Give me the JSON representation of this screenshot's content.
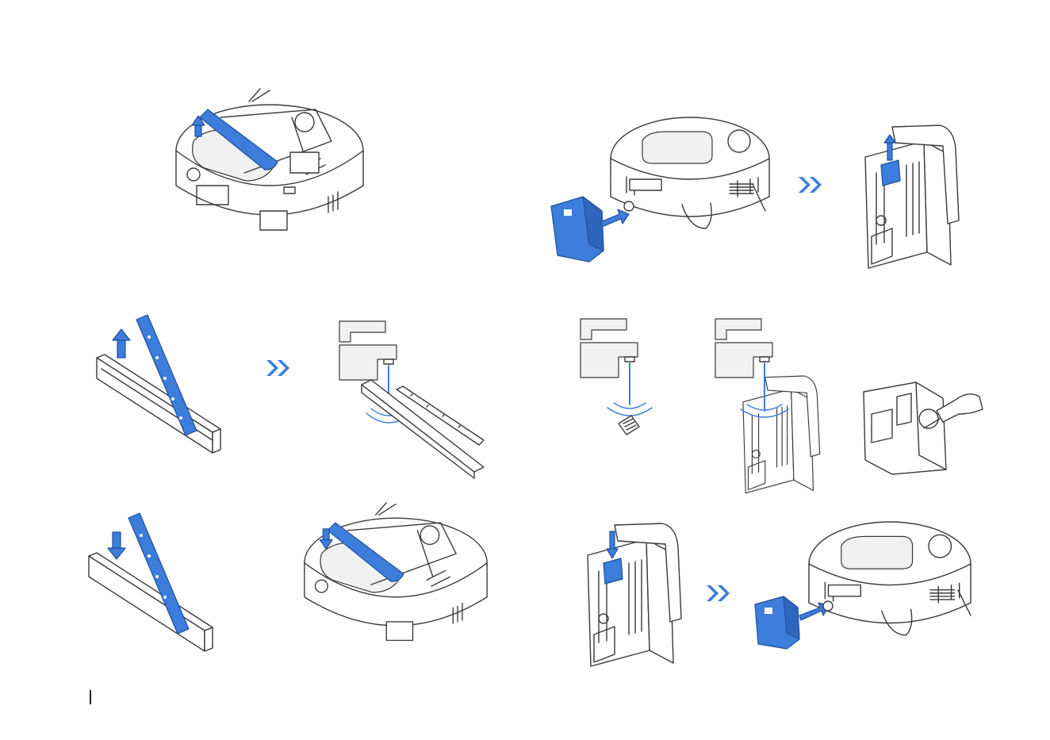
{
  "page": {
    "number": "",
    "accent_color": "#3d7ddb",
    "line_color": "#3a3a3a"
  },
  "illustrations": [
    {
      "id": "robot-bottom-remove-filter-cover",
      "icon": "robot-underside-icon"
    },
    {
      "id": "lift-filter-from-holder",
      "icon": "filter-lift-icon"
    },
    {
      "id": "rinse-filter-holder-under-tap",
      "icon": "faucet-rinse-icon"
    },
    {
      "id": "insert-filter-into-holder",
      "icon": "filter-insert-icon"
    },
    {
      "id": "robot-bottom-install-filter-cover",
      "icon": "robot-underside-icon"
    },
    {
      "id": "remove-dustbin-from-robot",
      "icon": "robot-dustbin-remove-icon"
    },
    {
      "id": "lift-dustbin-filter",
      "icon": "dustbin-open-icon"
    },
    {
      "id": "rinse-filter-under-tap",
      "icon": "faucet-rinse-icon"
    },
    {
      "id": "rinse-dustbin-under-tap",
      "icon": "faucet-rinse-icon"
    },
    {
      "id": "wipe-dustbin-with-cloth",
      "icon": "hand-wipe-icon"
    },
    {
      "id": "insert-dustbin-filter",
      "icon": "dustbin-open-icon"
    },
    {
      "id": "reinstall-dustbin-into-robot",
      "icon": "robot-dustbin-insert-icon"
    }
  ]
}
